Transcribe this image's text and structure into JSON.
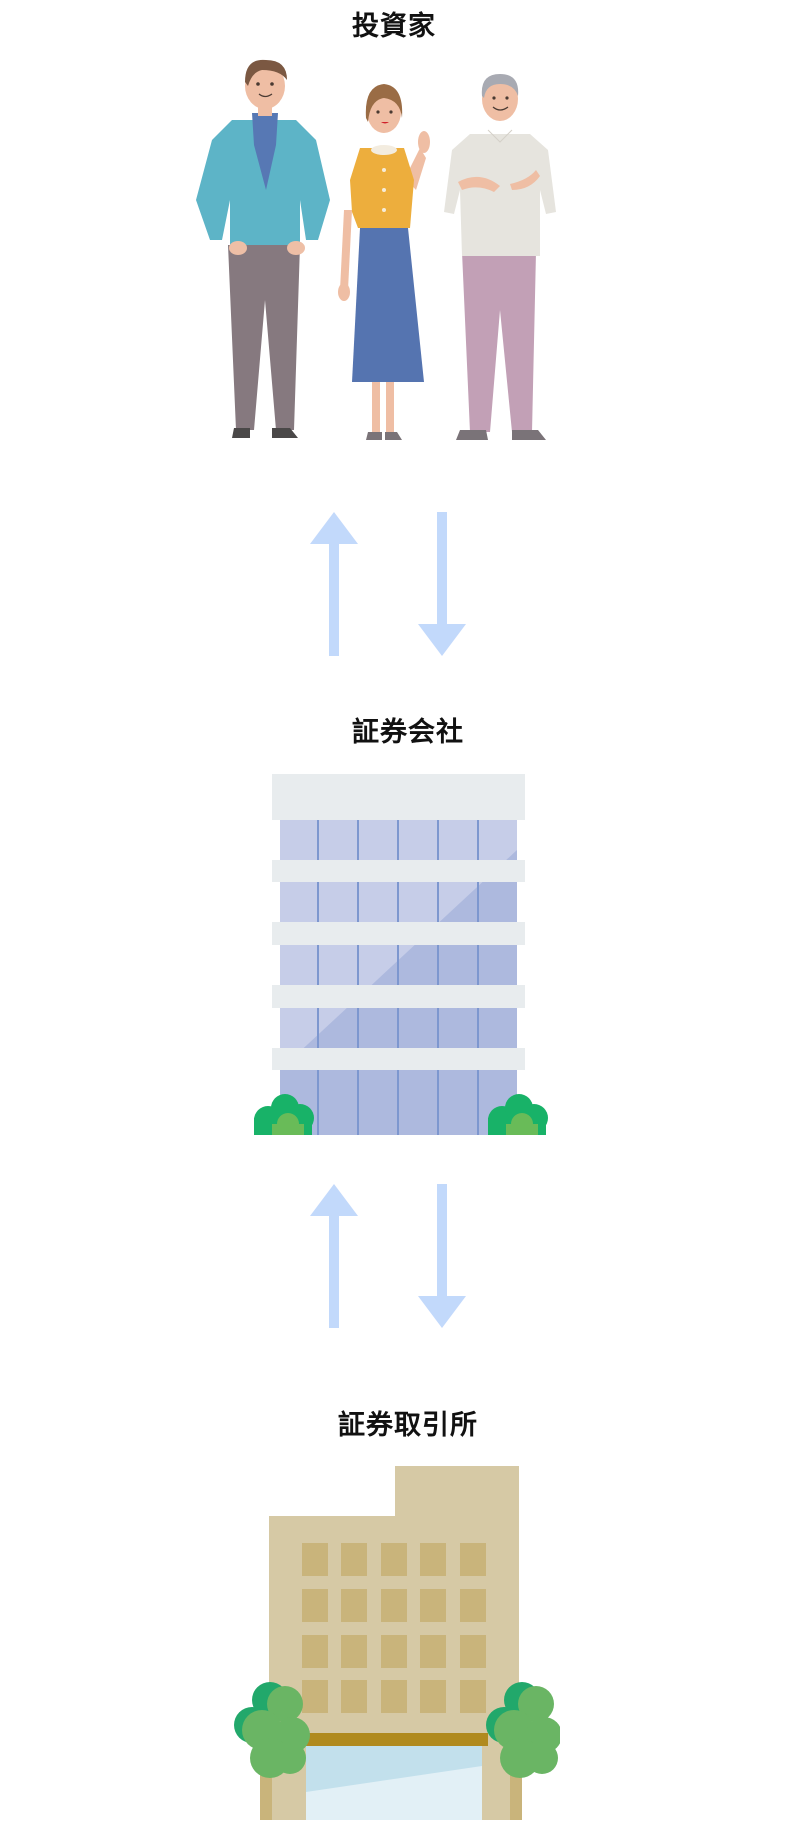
{
  "diagram": {
    "type": "flow",
    "nodes": [
      {
        "id": "investors",
        "label": "投資家",
        "illustration": "people-group-icon"
      },
      {
        "id": "securities_company",
        "label": "証券会社",
        "illustration": "office-building-icon"
      },
      {
        "id": "stock_exchange",
        "label": "証券取引所",
        "illustration": "exchange-building-icon"
      }
    ],
    "edges": [
      {
        "from": "securities_company",
        "to": "investors",
        "direction": "up"
      },
      {
        "from": "investors",
        "to": "securities_company",
        "direction": "down"
      },
      {
        "from": "stock_exchange",
        "to": "securities_company",
        "direction": "up"
      },
      {
        "from": "securities_company",
        "to": "stock_exchange",
        "direction": "down"
      }
    ]
  },
  "colors": {
    "arrow": "#c2d9fb",
    "title_text": "#111111",
    "office_glass": "#c6cde8",
    "office_glass_dark": "#adb9de",
    "office_band": "#e8ecee",
    "office_mullion": "#7d97cf",
    "exchange_wall": "#d6c9a5",
    "exchange_window": "#c9b47b",
    "exchange_awning": "#b08a1e",
    "tree_light": "#6ab564",
    "tree_dark": "#22a86b"
  }
}
